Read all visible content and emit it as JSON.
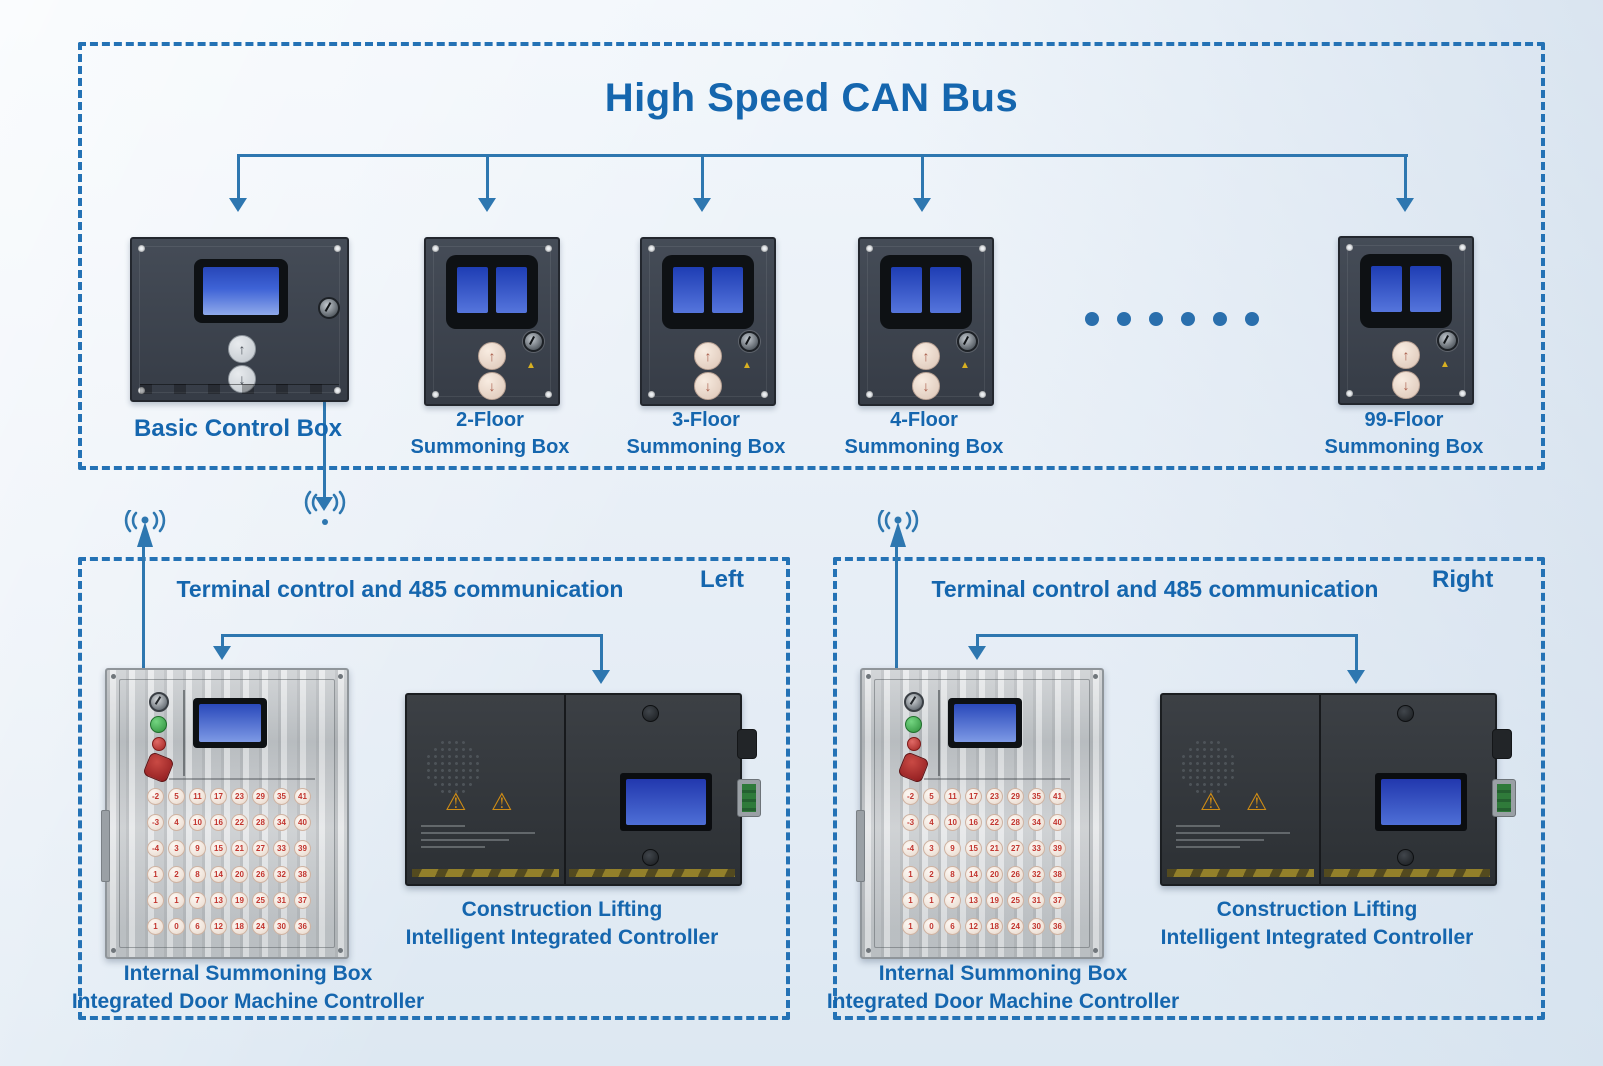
{
  "icons": {
    "up_arrow": "↑",
    "down_arrow": "↓",
    "warning_triangle": "⚠",
    "hazard_marker": "▲",
    "wireless": "((•))"
  },
  "colors": {
    "accent_blue": "#2472b5",
    "label_blue": "#1566ae",
    "line_blue": "#2e77b0",
    "lcd_blue": "#3e63d6",
    "device_dark": "#3a414c",
    "metal_silver": "#c9ccd0",
    "hazard_gold": "#93802a",
    "keypad_red": "#c2342e"
  },
  "canbus": {
    "title": "High Speed CAN Bus",
    "ellipsis_count": 6,
    "devices": [
      {
        "line1": "Basic Control Box",
        "line2": ""
      },
      {
        "line1": "2-Floor",
        "line2": "Summoning Box"
      },
      {
        "line1": "3-Floor",
        "line2": "Summoning Box"
      },
      {
        "line1": "4-Floor",
        "line2": "Summoning Box"
      },
      {
        "line1": "99-Floor",
        "line2": "Summoning Box"
      }
    ]
  },
  "sections": {
    "left": {
      "corner_label": "Left",
      "title": "Terminal control and 485 communication",
      "summoning_label_line1": "Internal Summoning Box",
      "summoning_label_line2": "Integrated Door Machine Controller",
      "controller_label_line1": "Construction Lifting",
      "controller_label_line2": "Intelligent Integrated Controller"
    },
    "right": {
      "corner_label": "Right",
      "title": "Terminal control and 485 communication",
      "summoning_label_line1": "Internal Summoning Box",
      "summoning_label_line2": "Integrated Door Machine Controller",
      "controller_label_line1": "Construction Lifting",
      "controller_label_line2": "Intelligent Integrated Controller"
    }
  },
  "keypad": {
    "rows": [
      [
        "-2",
        "5",
        "11",
        "17",
        "23",
        "29",
        "35",
        "41"
      ],
      [
        "-3",
        "4",
        "10",
        "16",
        "22",
        "28",
        "34",
        "40"
      ],
      [
        "-4",
        "3",
        "9",
        "15",
        "21",
        "27",
        "33",
        "39"
      ],
      [
        "1",
        "2",
        "8",
        "14",
        "20",
        "26",
        "32",
        "38"
      ],
      [
        "1",
        "1",
        "7",
        "13",
        "19",
        "25",
        "31",
        "37"
      ],
      [
        "1",
        "0",
        "6",
        "12",
        "18",
        "24",
        "30",
        "36"
      ]
    ]
  }
}
